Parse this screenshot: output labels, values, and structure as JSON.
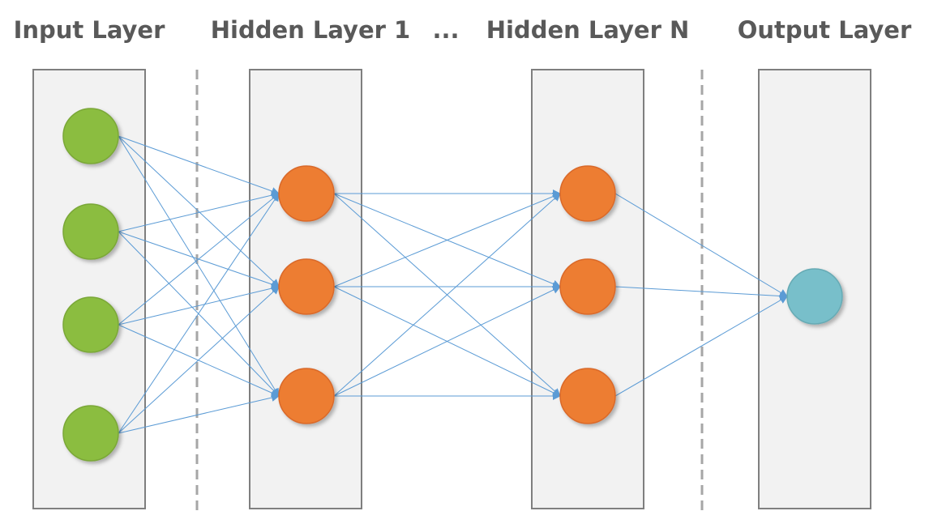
{
  "titles": {
    "input": "Input Layer",
    "hidden_first": "Hidden Layer 1",
    "ellipsis": "...",
    "hidden_last": "Hidden Layer N",
    "output": "Output Layer"
  },
  "layers": [
    {
      "id": "input",
      "node_count": 4
    },
    {
      "id": "hidden-1",
      "node_count": 3
    },
    {
      "id": "hidden-n",
      "node_count": 3
    },
    {
      "id": "output",
      "node_count": 1
    }
  ],
  "colors": {
    "input_node": "#8bbd3f",
    "input_node_stroke": "#7aa737",
    "hidden_node": "#ed7d31",
    "hidden_node_stroke": "#d9692a",
    "output_node": "#78bfca",
    "output_node_stroke": "#66aab4",
    "edge": "#5b9bd5",
    "layer_fill": "#f2f2f2",
    "layer_stroke": "#7f7f7f",
    "title_text": "#595959",
    "divider": "#a6a6a6"
  },
  "edges": "fully-connected",
  "icons": {
    "arrowhead": "arrow-right-icon"
  }
}
